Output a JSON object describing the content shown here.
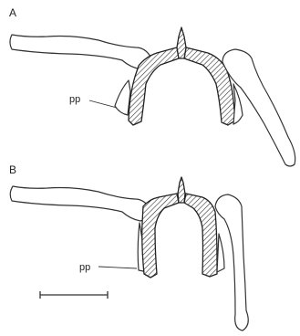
{
  "panels": [
    {
      "label": "A",
      "callout": "pp"
    },
    {
      "label": "B",
      "callout": "pp"
    }
  ],
  "colors": {
    "line": "#333333",
    "background": "#ffffff"
  }
}
